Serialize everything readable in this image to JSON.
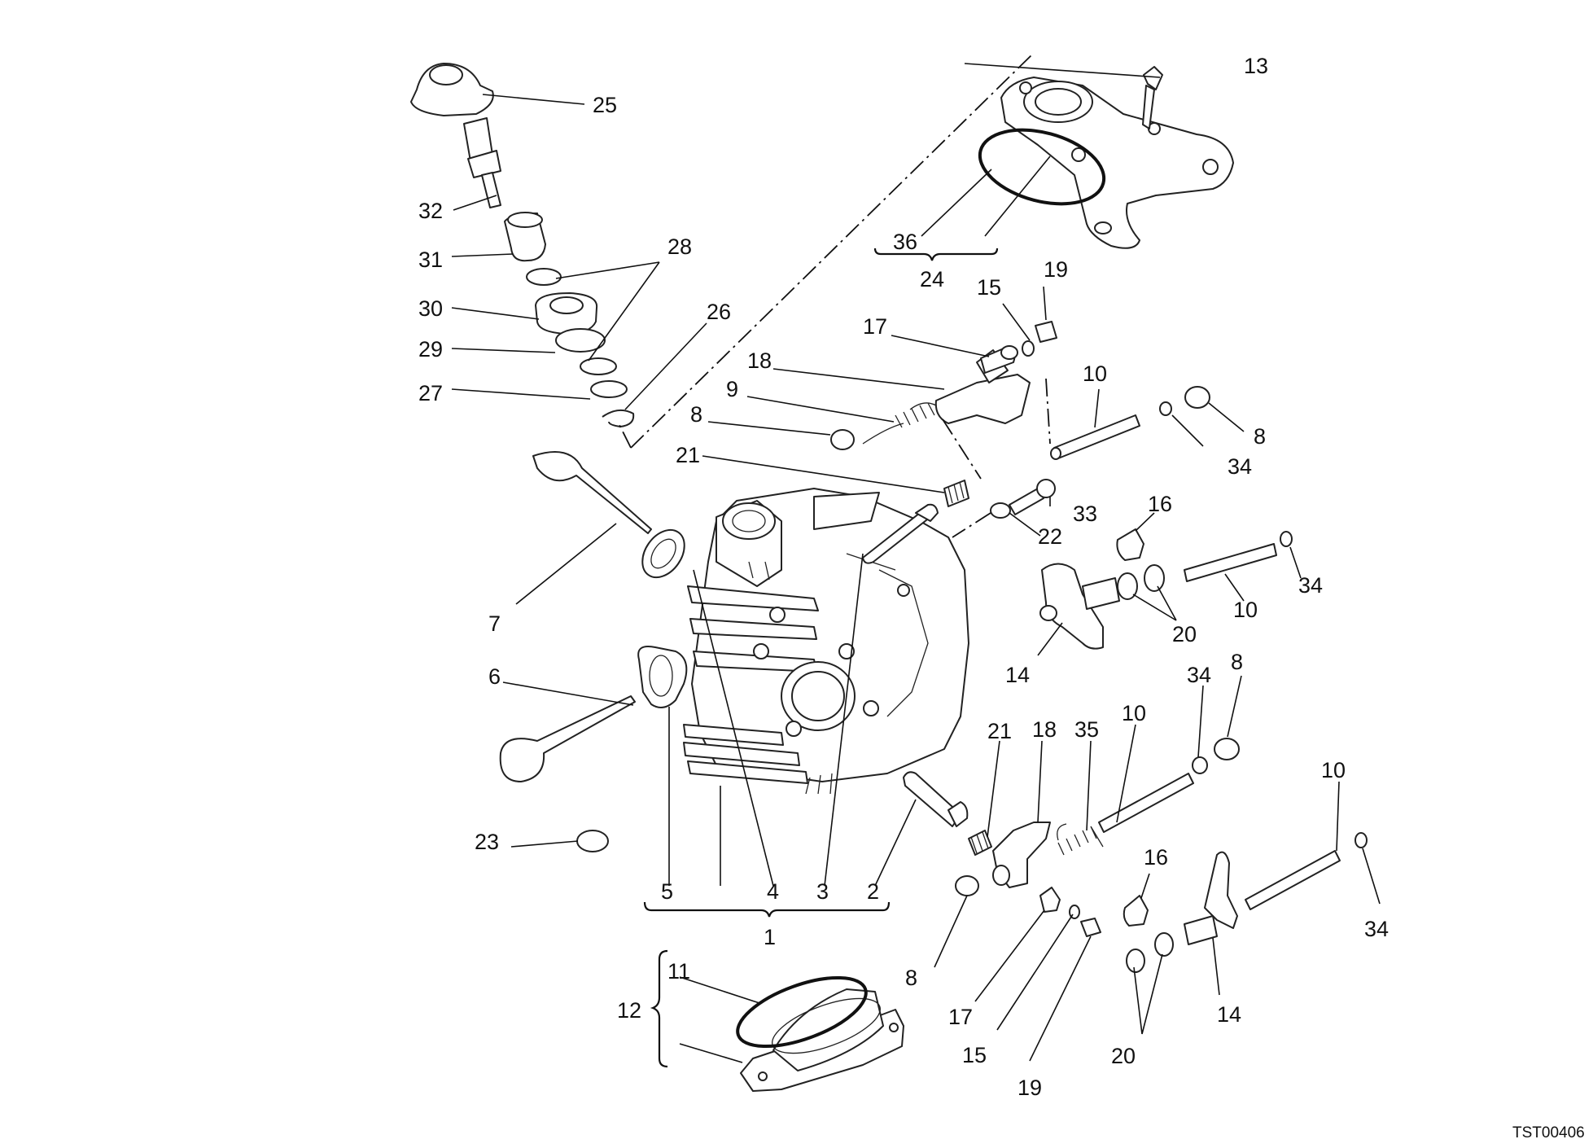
{
  "drawing_ref": "TST00406",
  "callouts": {
    "c1": "1",
    "c2": "2",
    "c3": "3",
    "c4": "4",
    "c5": "5",
    "c6": "6",
    "c7": "7",
    "c8a": "8",
    "c8b": "8",
    "c8c": "8",
    "c8d": "8",
    "c9": "9",
    "c10a": "10",
    "c10b": "10",
    "c10c": "10",
    "c10d": "10",
    "c11": "11",
    "c12": "12",
    "c13": "13",
    "c14a": "14",
    "c14b": "14",
    "c15a": "15",
    "c15b": "15",
    "c16a": "16",
    "c16b": "16",
    "c17a": "17",
    "c17b": "17",
    "c18a": "18",
    "c18b": "18",
    "c19a": "19",
    "c19b": "19",
    "c20a": "20",
    "c20b": "20",
    "c21a": "21",
    "c21b": "21",
    "c22": "22",
    "c23": "23",
    "c24": "24",
    "c25": "25",
    "c26": "26",
    "c27": "27",
    "c28": "28",
    "c29": "29",
    "c30": "30",
    "c31": "31",
    "c32": "32",
    "c33": "33",
    "c34a": "34",
    "c34b": "34",
    "c34c": "34",
    "c34d": "34",
    "c35": "35",
    "c36": "36"
  }
}
